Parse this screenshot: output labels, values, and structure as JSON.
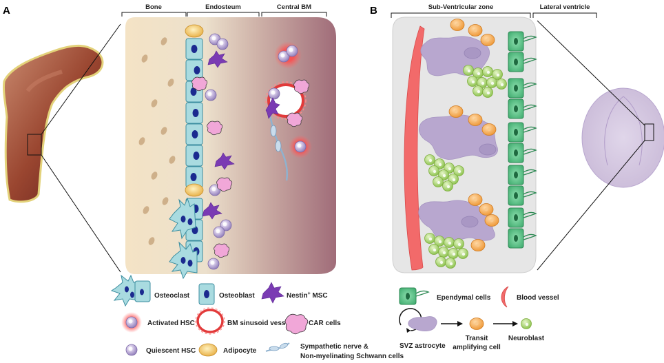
{
  "panel_a": {
    "letter": "A",
    "headers": {
      "bone": "Bone",
      "endosteum": "Endosteum",
      "central_bm": "Central BM"
    },
    "legend": {
      "osteoclast": "Osteoclast",
      "osteoblast": "Osteoblast",
      "nestin_msc_main": "Nestin",
      "nestin_msc_sup": "+",
      "nestin_msc_tail": " MSC",
      "activated_hsc": "Activated HSC",
      "bm_sinusoid_vessel": "BM sinusoid vessel",
      "car_cells": "CAR cells",
      "quiescent_hsc": "Quiescent HSC",
      "adipocyte": "Adipocyte",
      "nerve_line1": "Sympathetic nerve &",
      "nerve_line2": "Non-myelinating Schwann cells"
    }
  },
  "panel_b": {
    "letter": "B",
    "headers": {
      "svz": "Sub-Ventricular zone",
      "lateral_ventricle": "Lateral ventricle"
    },
    "legend": {
      "ependymal_cells": "Ependymal cells",
      "blood_vessel": "Blood vessel",
      "svz_astrocyte": "SVZ astrocyte",
      "transit_line1": "Transit",
      "transit_line2": "amplifying cell",
      "neuroblast": "Neuroblast"
    }
  },
  "colors": {
    "bone": "#f6e6c8",
    "central_bm": "#a8737f",
    "osteoblast": "#a9dbe0",
    "nucleus": "#1b2a8f",
    "nestin_msc": "#7a3bb3",
    "car_cell": "#f1a7d8",
    "hsc": "#b9a8d6",
    "adipocyte": "#f3c96a",
    "sinusoid": "#e23a3a",
    "svz_bg": "#e6e6e6",
    "ependymal": "#4fbf7f",
    "blood_vessel": "#f26a6a",
    "astrocyte": "#b8a7cf",
    "transit": "#f6ad5b",
    "neuroblast": "#a9d36a"
  }
}
